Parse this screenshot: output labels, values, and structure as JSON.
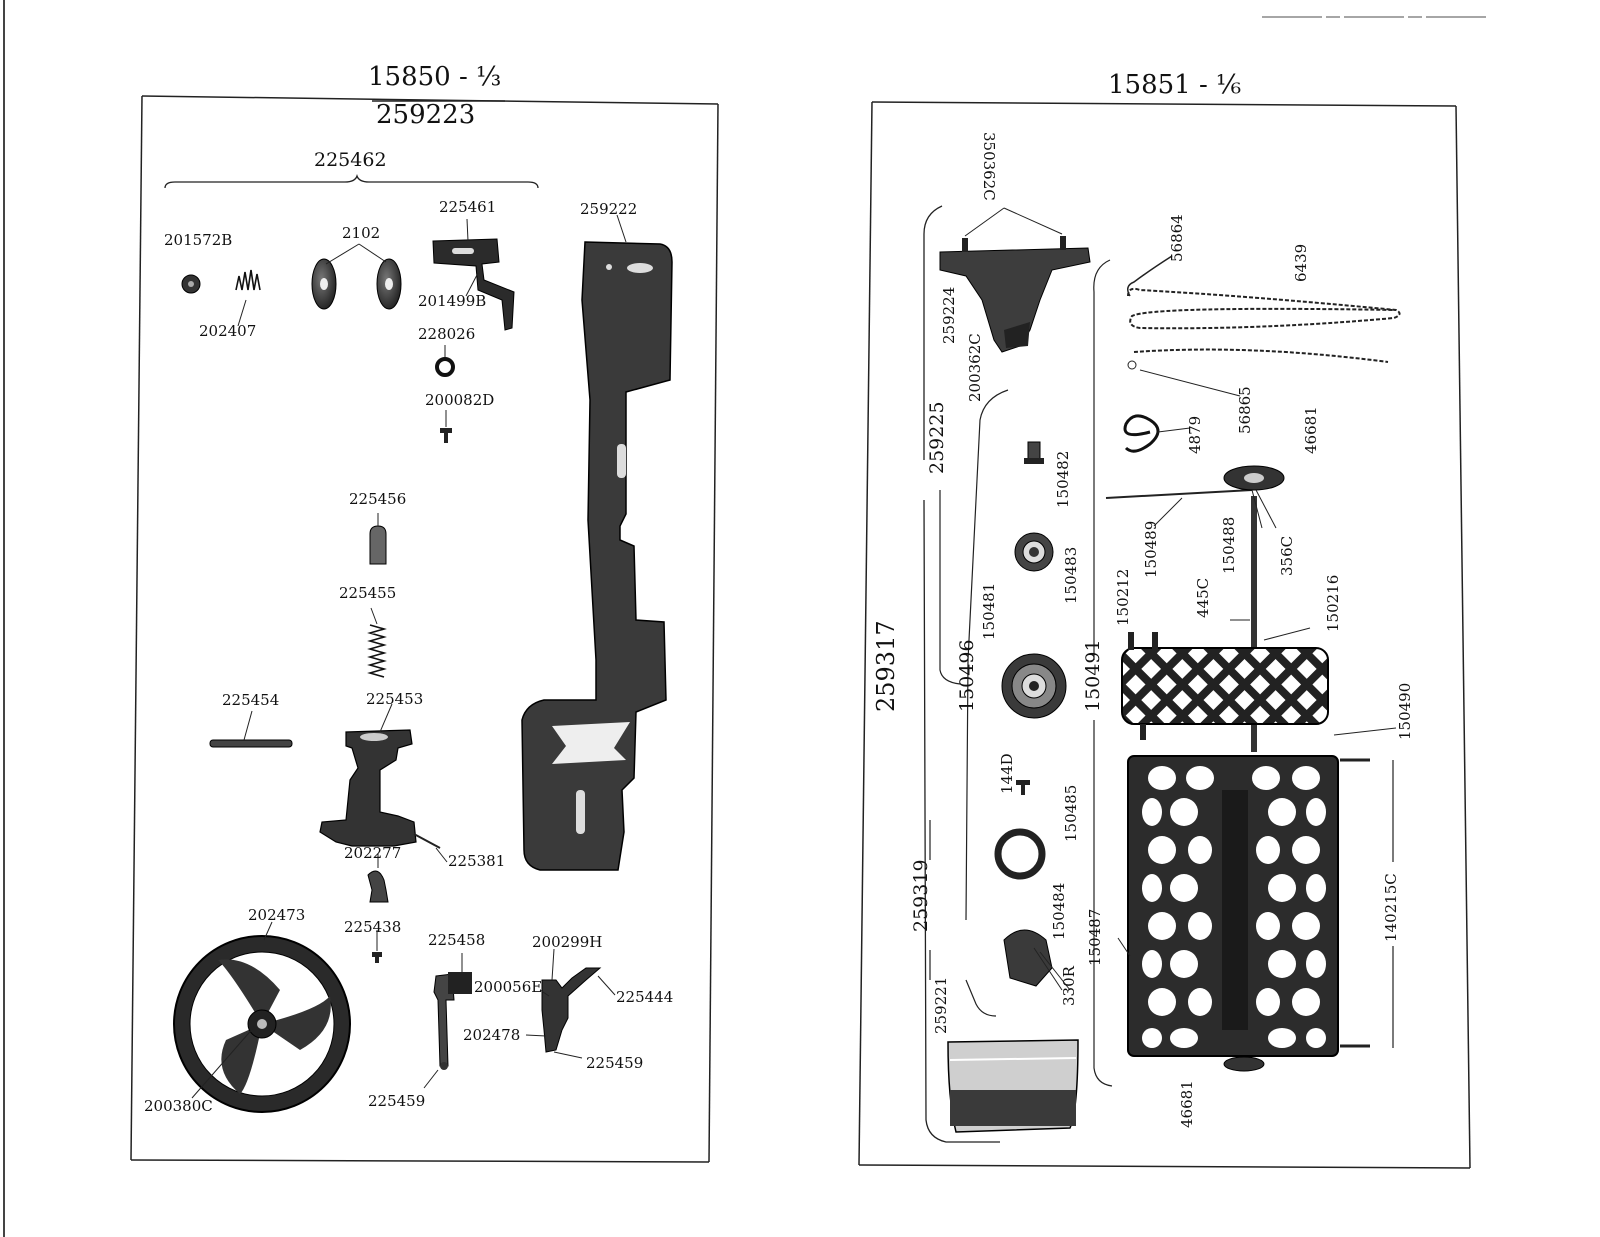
{
  "left_panel": {
    "title": "15850 - ⅓",
    "assembly": "259223",
    "group": "225462",
    "parts": {
      "p201572B": "201572B",
      "p202407": "202407",
      "p2102": "2102",
      "p225461": "225461",
      "p201499B": "201499B",
      "p228026": "228026",
      "p200082D": "200082D",
      "p259222": "259222",
      "p225456": "225456",
      "p225455": "225455",
      "p225454": "225454",
      "p225453": "225453",
      "p202277": "202277",
      "p225381": "225381",
      "p202473": "202473",
      "p225438": "225438",
      "p225458": "225458",
      "p200299H": "200299H",
      "p200056E": "200056E",
      "p225444": "225444",
      "p202478": "202478",
      "p225459a": "225459",
      "p225459b": "225459",
      "p200380C": "200380C"
    }
  },
  "right_panel": {
    "title": "15851 - ⅙",
    "assembly": "259317",
    "sub_a": "259225",
    "sub_b": "259319",
    "sub_c": "150496",
    "sub_d": "150491",
    "parts": {
      "p350362C": "350362C",
      "p259224": "259224",
      "p200362C": "200362C",
      "p56864": "56864",
      "p6439": "6439",
      "p56865": "56865",
      "p4879": "4879",
      "p46681a": "46681",
      "p150482": "150482",
      "p150483": "150483",
      "p150481": "150481",
      "p150489": "150489",
      "p150488": "150488",
      "p356C": "356C",
      "p150212": "150212",
      "p445C": "445C",
      "p150216": "150216",
      "p150490": "150490",
      "p144D": "144D",
      "p150485": "150485",
      "p150484": "150484",
      "p330R": "330R",
      "p150487": "150487",
      "p140215C": "140215C",
      "p259221": "259221",
      "p46681b": "46681"
    }
  }
}
